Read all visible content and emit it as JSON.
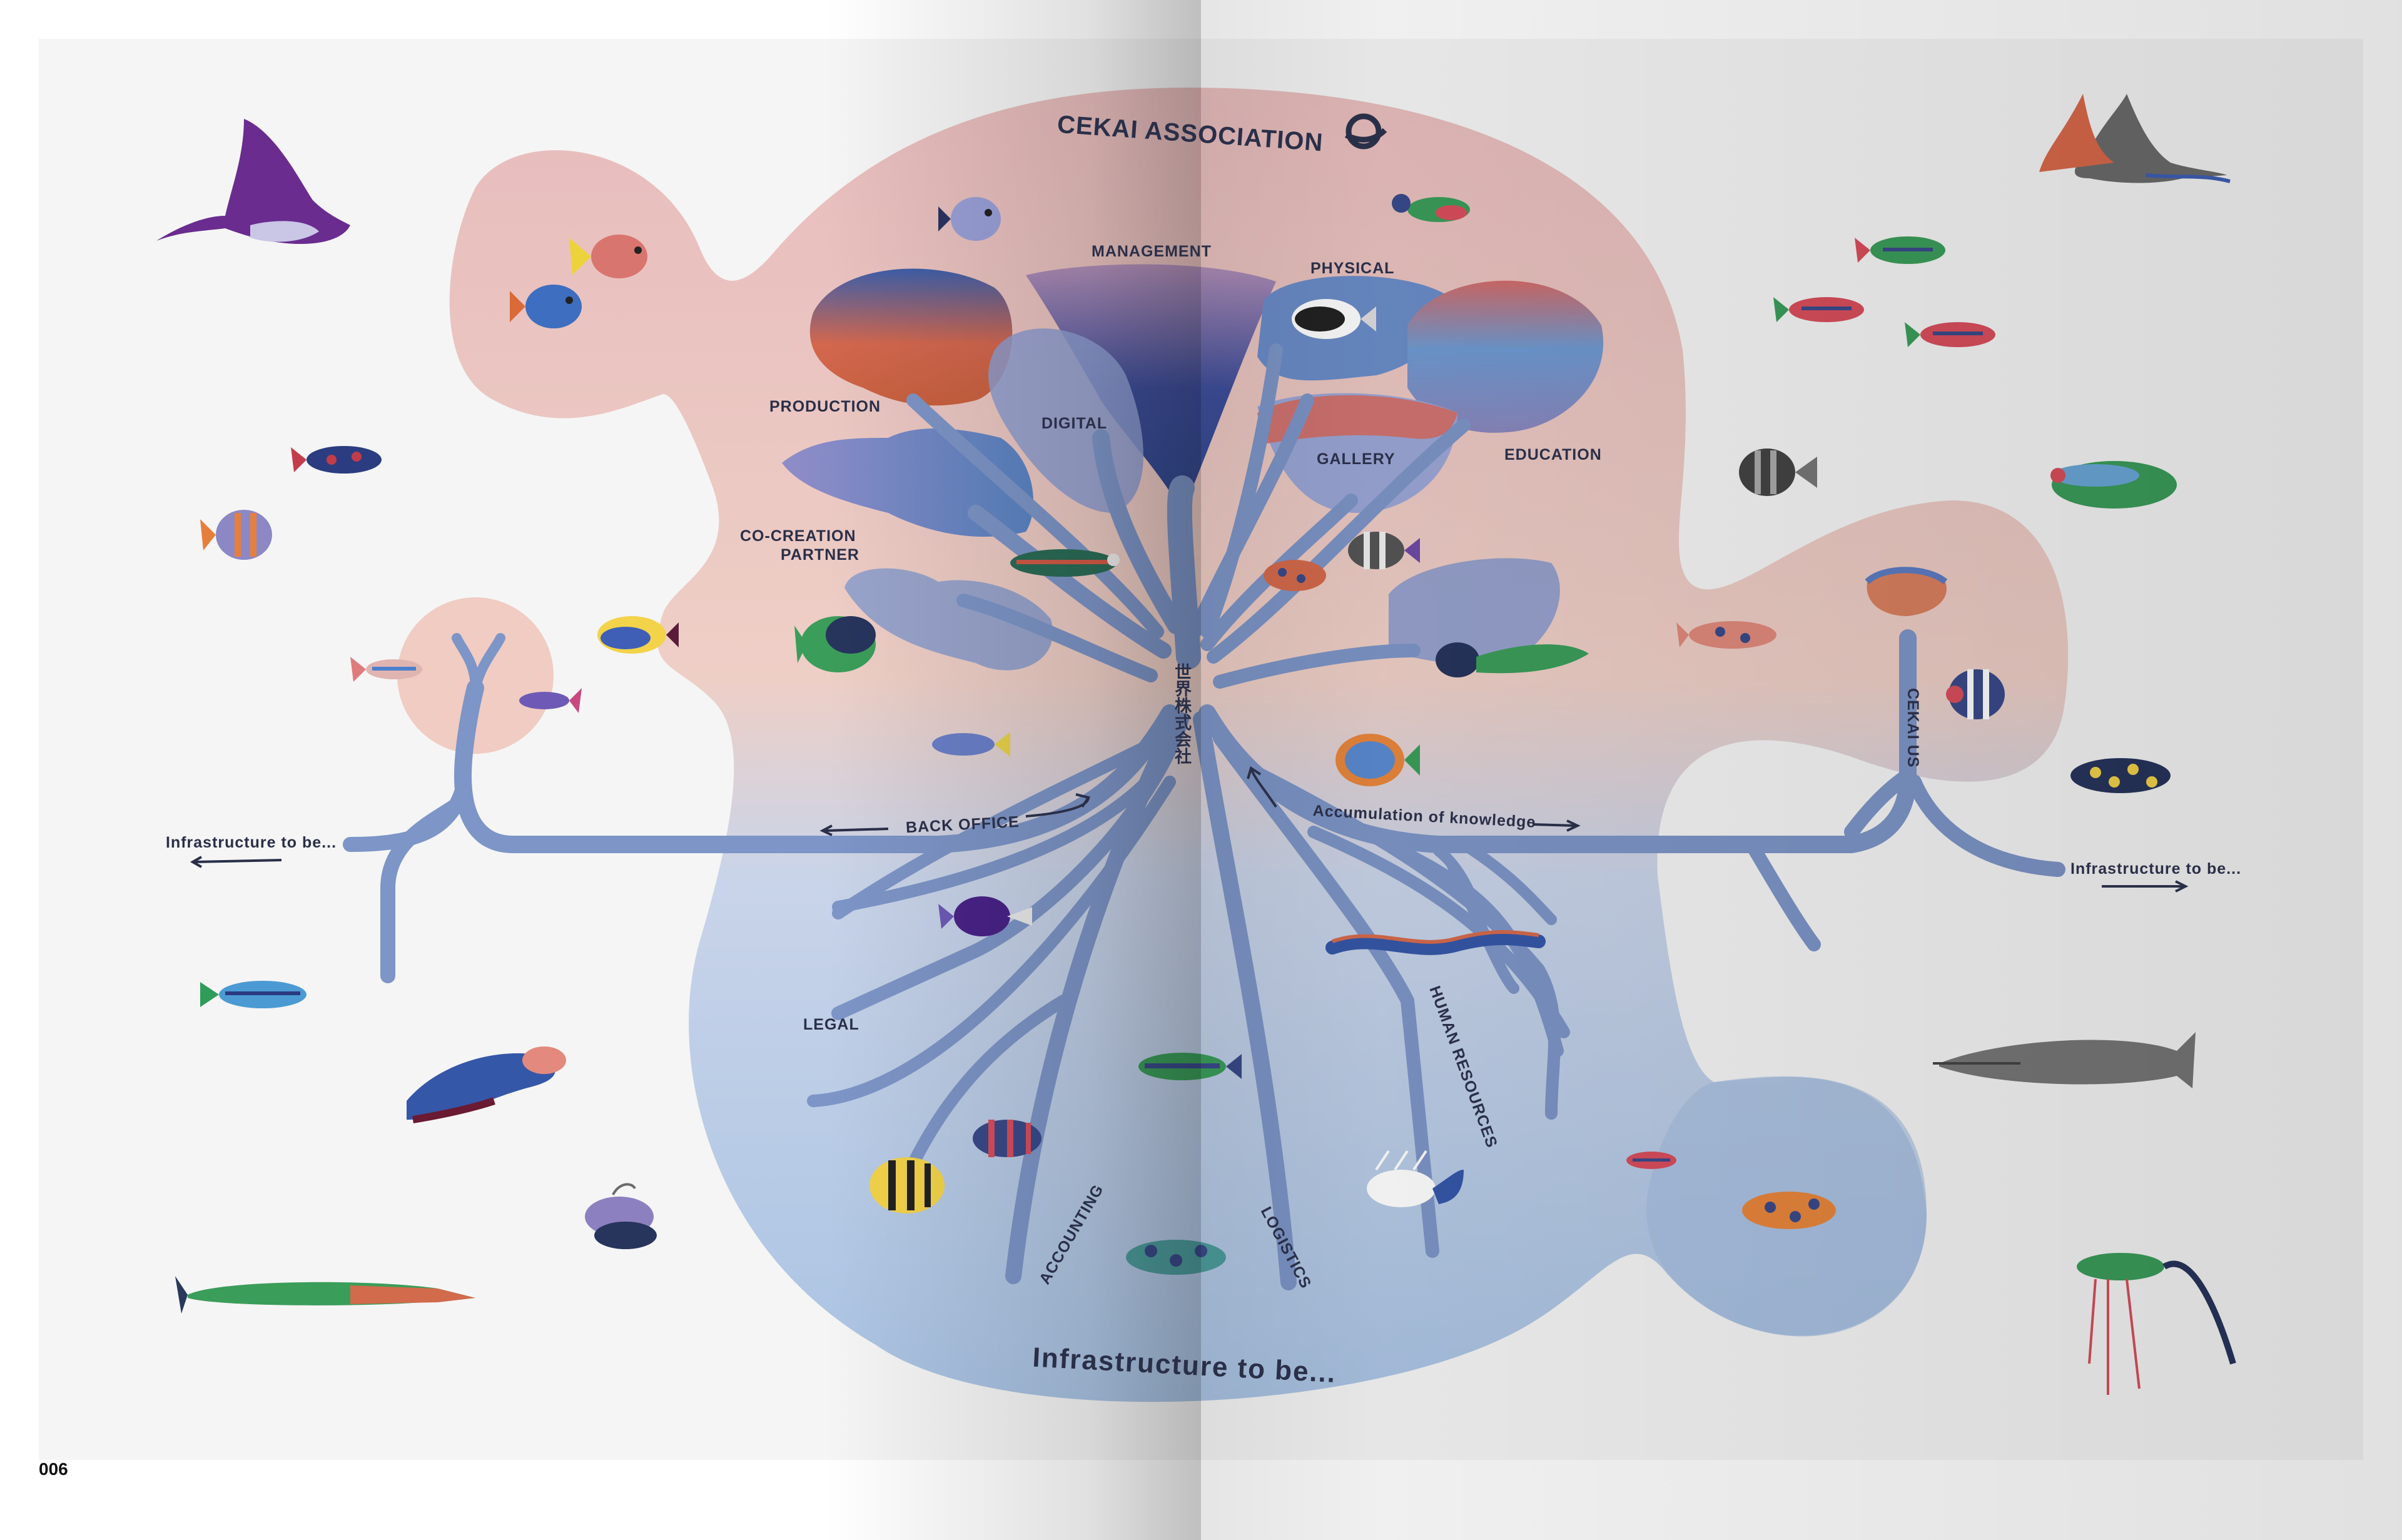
{
  "title": "CEKAI ASSOCIATION",
  "page_number": "006",
  "center_label": "世界株式会社",
  "departments": {
    "production": "PRODUCTION",
    "digital": "DIGITAL",
    "management": "MANAGEMENT",
    "physical": "PHYSICAL",
    "gallery": "GALLERY",
    "education": "EDUCATION",
    "co_creation_line1": "CO-CREATION",
    "co_creation_line2": "PARTNER",
    "back_office": "BACK OFFICE",
    "accumulation": "Accumulation of knowledge",
    "legal": "LEGAL",
    "accounting": "ACCOUNTING",
    "logistics": "LOGISTICS",
    "human_resources": "HUMAN RESOURCES",
    "cekai_us": "CEKAI US"
  },
  "infrastructure": {
    "left": "Infrastructure to be...",
    "right": "Infrastructure to be...",
    "bottom": "Infrastructure to be..."
  },
  "colors": {
    "branch": "#7d95c7",
    "blob_top": "#e9c4c4",
    "blob_bottom": "#b6cbe6",
    "text": "#2a2f48"
  }
}
